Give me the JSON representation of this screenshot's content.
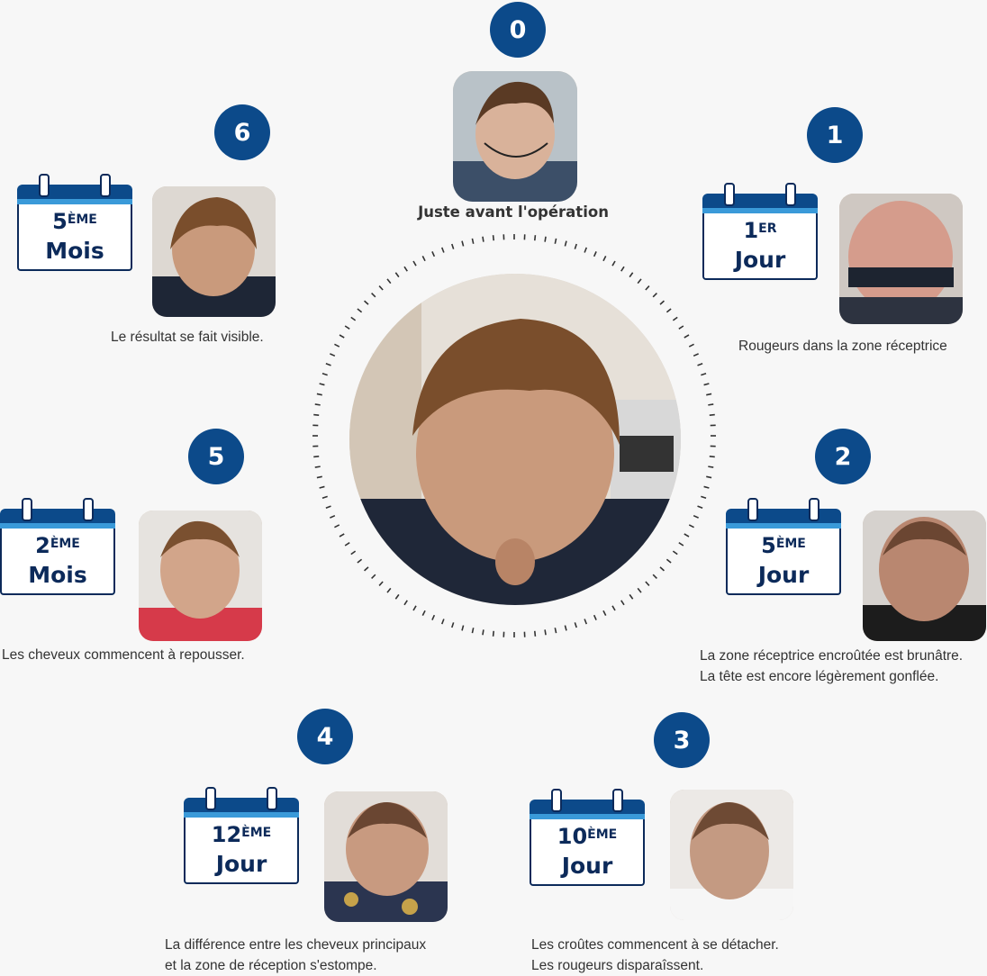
{
  "accent_color": "#0c4a8a",
  "stripe_color": "#3a9ad9",
  "center": {
    "step": "0",
    "caption": "Juste avant l'opération",
    "photo_icon": "head-before-surgery-photo",
    "main_photo_icon": "head-result-photo"
  },
  "stages": [
    {
      "step": "1",
      "number": "1",
      "suffix": "ER",
      "unit": "Jour",
      "caption_lines": [
        "Rougeurs dans la zone réceptrice"
      ]
    },
    {
      "step": "2",
      "number": "5",
      "suffix": "ÈME",
      "unit": "Jour",
      "caption_lines": [
        "La zone réceptrice encroûtée est brunâtre.",
        "La tête est encore légèrement gonflée."
      ]
    },
    {
      "step": "3",
      "number": "10",
      "suffix": "ÈME",
      "unit": "Jour",
      "caption_lines": [
        "Les croûtes commencent à se détacher.",
        "Les rougeurs disparaîssent."
      ]
    },
    {
      "step": "4",
      "number": "12",
      "suffix": "ÈME",
      "unit": "Jour",
      "caption_lines": [
        "La différence entre les cheveux principaux",
        "et la zone de réception s'estompe."
      ]
    },
    {
      "step": "5",
      "number": "2",
      "suffix": "ÈME",
      "unit": "Mois",
      "caption_lines": [
        "Les cheveux commencent à repousser."
      ]
    },
    {
      "step": "6",
      "number": "5",
      "suffix": "ÈME",
      "unit": "Mois",
      "caption_lines": [
        "Le résultat se fait visible."
      ]
    }
  ]
}
